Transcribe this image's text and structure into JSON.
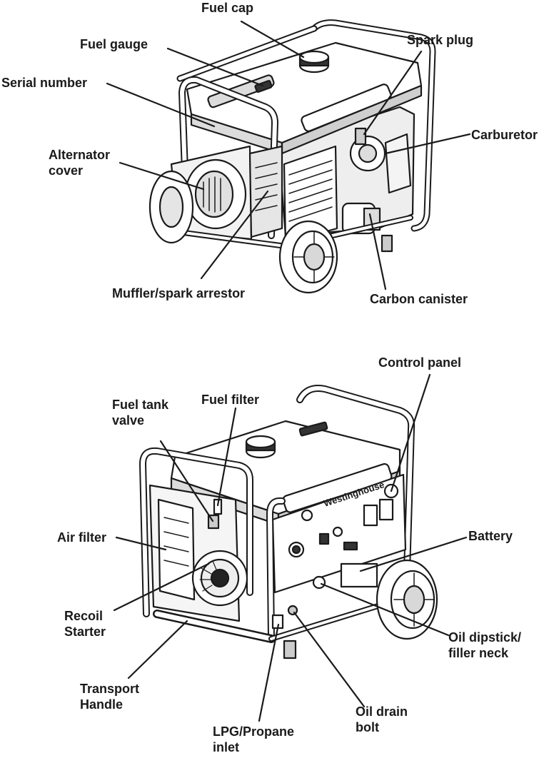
{
  "labels": {
    "fuel_cap": "Fuel cap",
    "fuel_gauge": "Fuel gauge",
    "spark_plug": "Spark plug",
    "serial_number": "Serial number",
    "carburetor": "Carburetor",
    "alternator_cover": [
      "Alternator",
      "cover"
    ],
    "muffler": "Muffler/spark arrestor",
    "carbon_canister": "Carbon canister",
    "control_panel": "Control panel",
    "fuel_tank_valve": [
      "Fuel tank",
      "valve"
    ],
    "fuel_filter": "Fuel filter",
    "air_filter": "Air filter",
    "battery": "Battery",
    "recoil_starter": [
      "Recoil",
      "Starter"
    ],
    "oil_dipstick": [
      "Oil dipstick/",
      "filler neck"
    ],
    "transport_handle": [
      "Transport",
      "Handle"
    ],
    "oil_drain_bolt": [
      "Oil drain",
      "bolt"
    ],
    "lpg_inlet": [
      "LPG/Propane",
      "inlet"
    ]
  },
  "brand_text": "Westinghouse",
  "colors": {
    "ink": "#1a1a1a",
    "fill": "#ffffff",
    "shade": "#cfcfcf"
  }
}
